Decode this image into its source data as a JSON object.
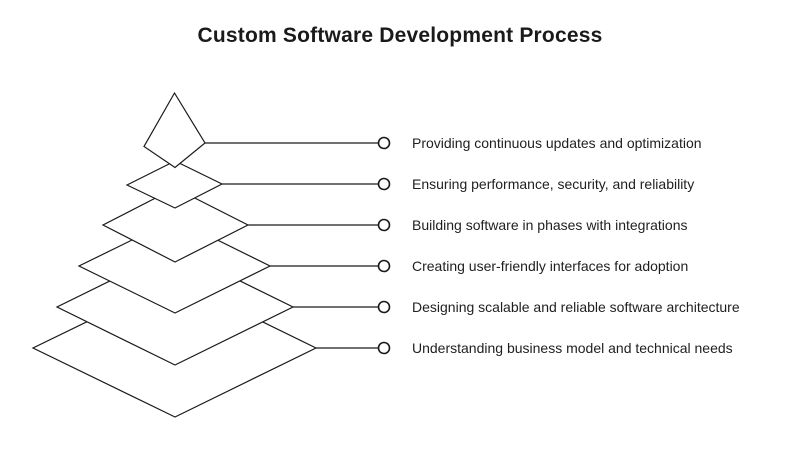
{
  "title": "Custom Software Development Process",
  "diagram": {
    "type": "pyramid",
    "level_count": 6,
    "levels": [
      {
        "rank": 1,
        "label": "Providing continuous updates and optimization"
      },
      {
        "rank": 2,
        "label": "Ensuring performance, security, and reliability"
      },
      {
        "rank": 3,
        "label": "Building software in phases with integrations"
      },
      {
        "rank": 4,
        "label": "Creating user-friendly interfaces for adoption"
      },
      {
        "rank": 5,
        "label": "Designing scalable and reliable software architecture"
      },
      {
        "rank": 6,
        "label": "Understanding business model and technical needs"
      }
    ]
  },
  "colors": {
    "background": "#ffffff",
    "stroke": "#1a1a1a",
    "text": "#1f1f1f",
    "shape_fill": "#ffffff"
  }
}
